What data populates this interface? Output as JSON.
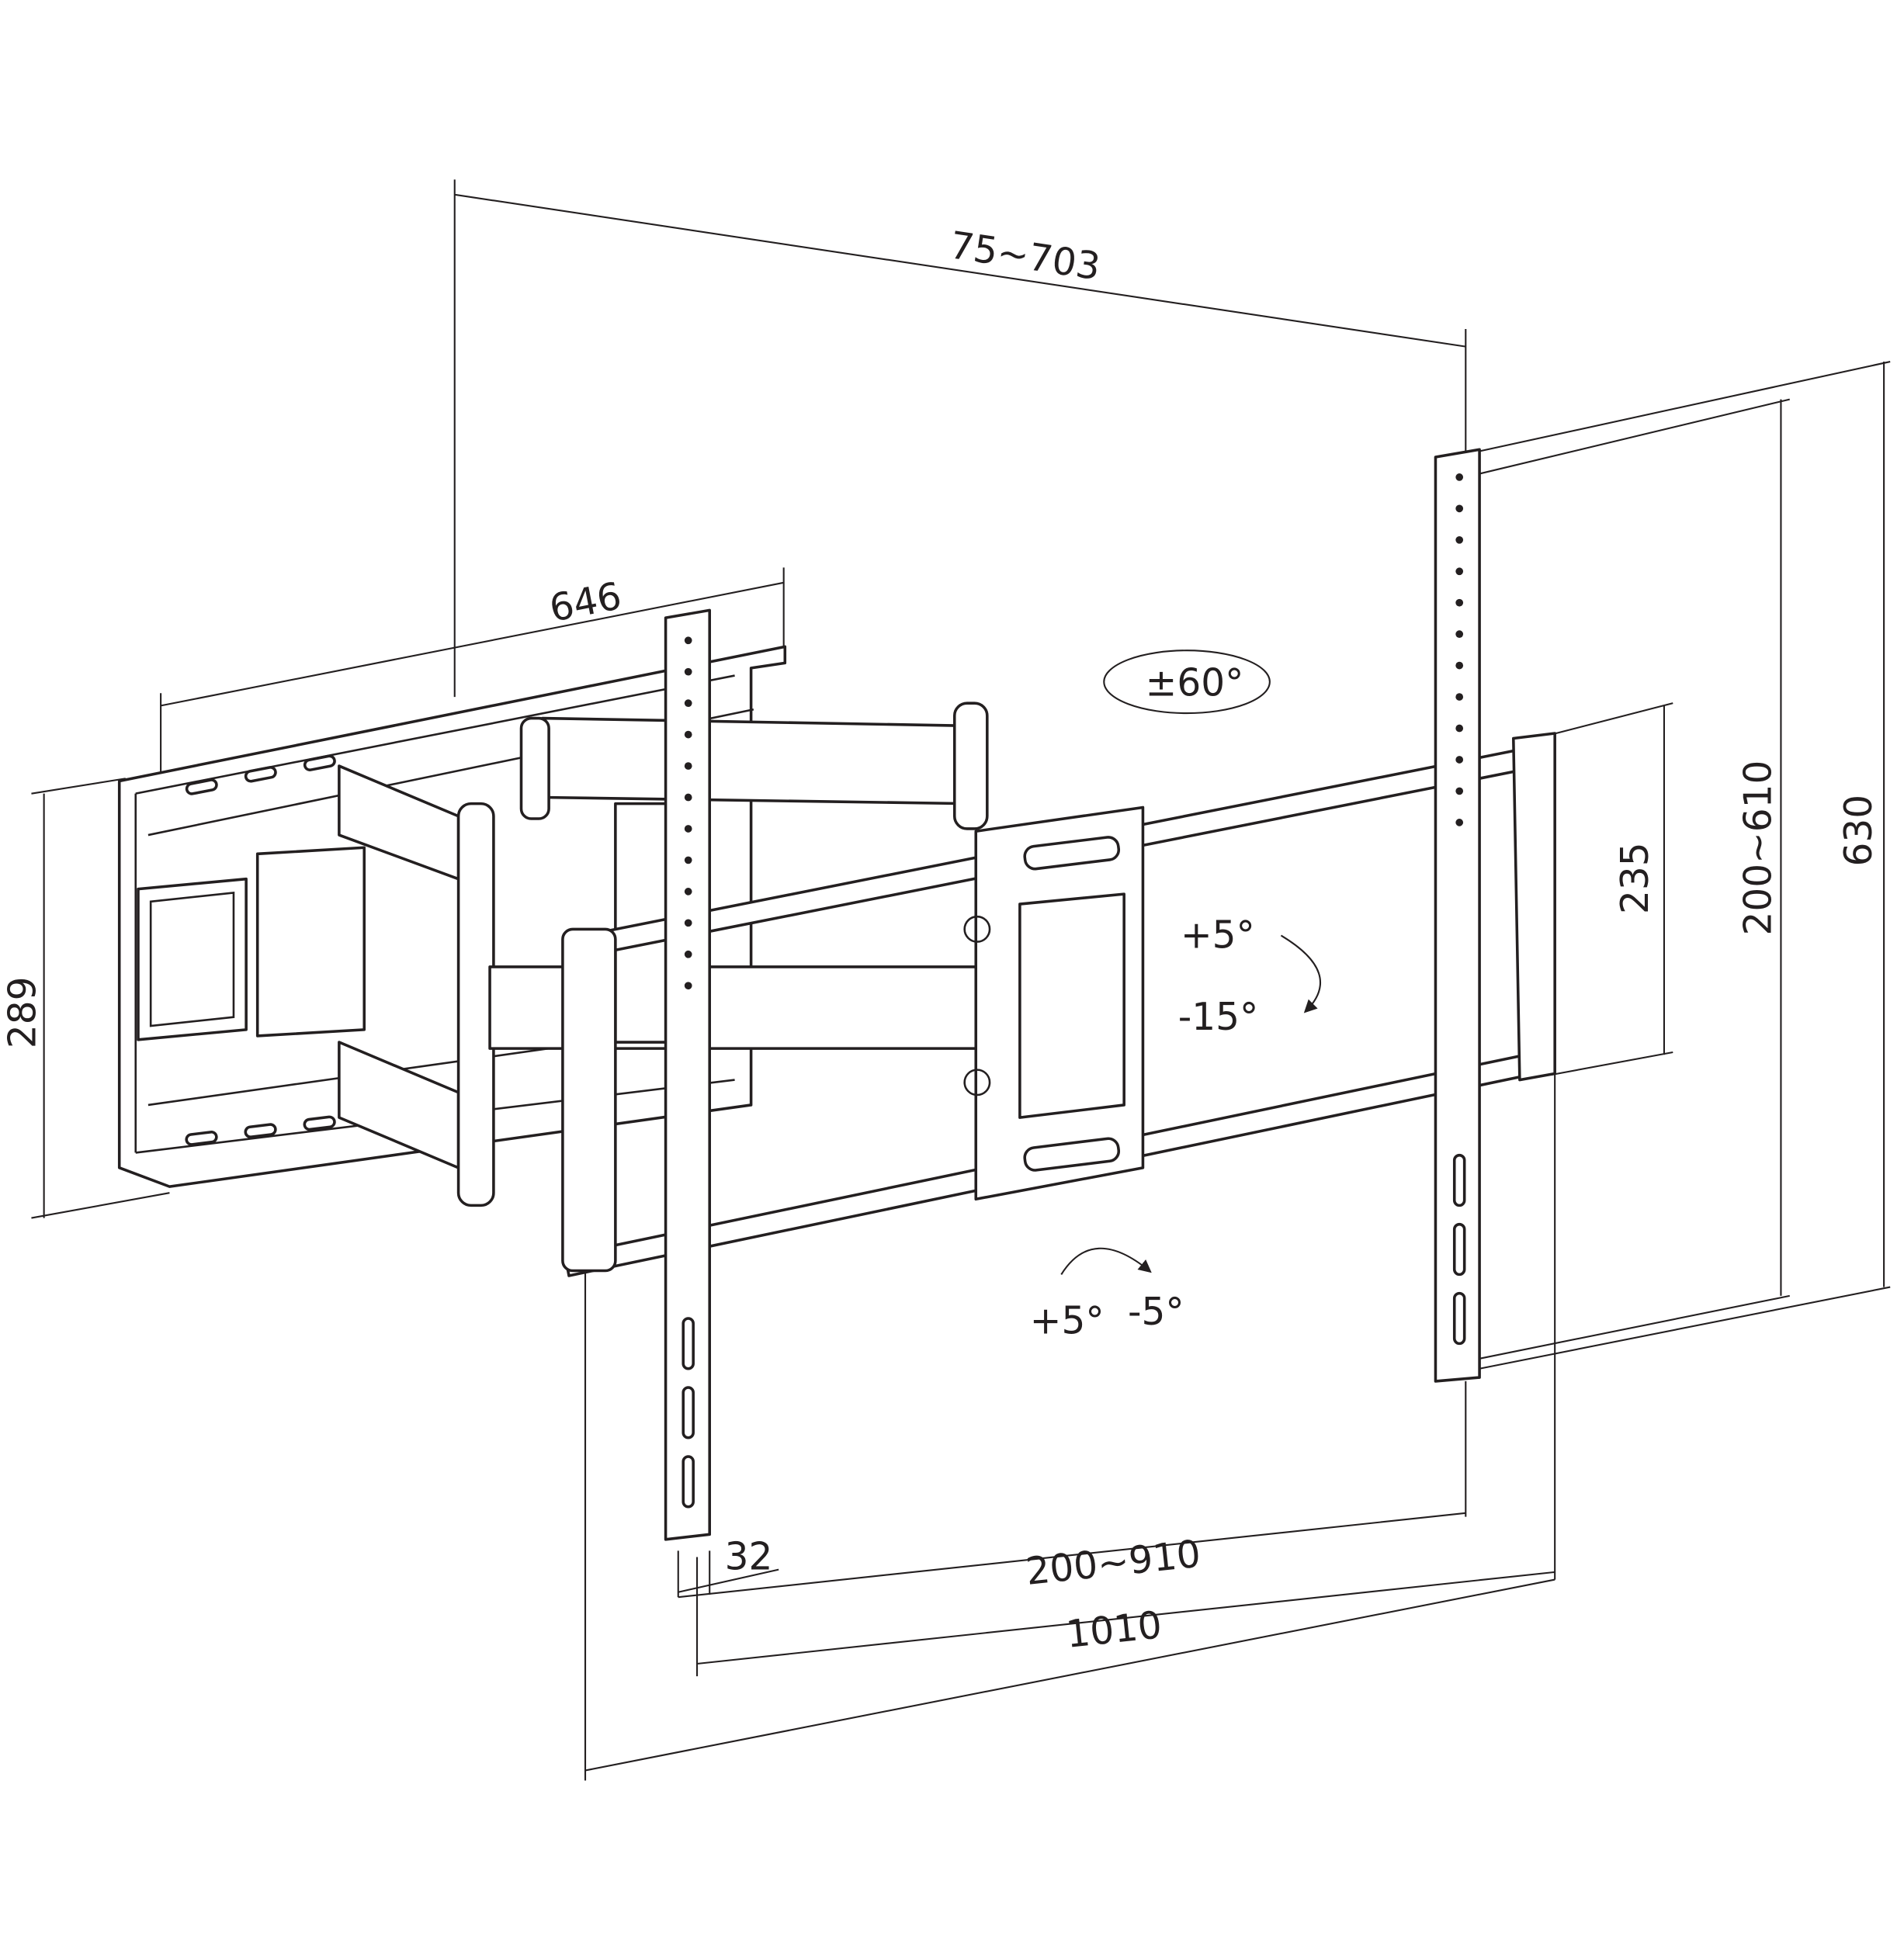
{
  "title": "TV wall mount dimension drawing",
  "dimensions": {
    "vesa_width_range": "75~703",
    "wall_plate_width": "646",
    "wall_plate_height": "289",
    "total_height": "630",
    "vesa_height_range": "200~610",
    "rail_spacing": "235",
    "bracket_width": "32",
    "bracket_spacing_range": "200~910",
    "rail_length": "1010"
  },
  "motion": {
    "swivel": "±60°",
    "tilt_up": "+5°",
    "tilt_down": "-15°",
    "level_plus": "+5°",
    "level_minus": "-5°"
  }
}
